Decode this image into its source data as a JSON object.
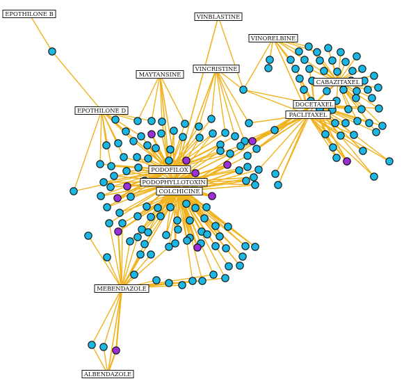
{
  "colors": {
    "edge": "#F0B21E",
    "target_node": "#1CB6E3",
    "highlight_node": "#9B30D9",
    "node_stroke": "#111111",
    "label_box": "#FFFFFF"
  },
  "drugs": [
    {
      "id": "EPOTHILONE_B",
      "label": "EPOTHILONE B"
    },
    {
      "id": "VINBLASTINE",
      "label": "VINBLASTINE"
    },
    {
      "id": "VINORELBINE",
      "label": "VINORELBINE"
    },
    {
      "id": "MAYTANSINE",
      "label": "MAYTANSINE"
    },
    {
      "id": "VINCRISTINE",
      "label": "VINCRISTINE"
    },
    {
      "id": "CABAZITAXEL",
      "label": "CABAZITAXEL"
    },
    {
      "id": "EPOTHILONE_D",
      "label": "EPOTHILONE D"
    },
    {
      "id": "DOCETAXEL",
      "label": "DOCETAXEL"
    },
    {
      "id": "PACLITAXEL",
      "label": "PACLITAXEL"
    },
    {
      "id": "PODOFILOX",
      "label": "PODOFILOX"
    },
    {
      "id": "PODOPHYLLOTOXIN",
      "label": "PODOPHYLLOTOXIN"
    },
    {
      "id": "COLCHICINE",
      "label": "COLCHICINE"
    },
    {
      "id": "MEBENDAZOLE",
      "label": "MEBENDAZOLE"
    },
    {
      "id": "ALBENDAZOLE",
      "label": "ALBENDAZOLE"
    }
  ]
}
